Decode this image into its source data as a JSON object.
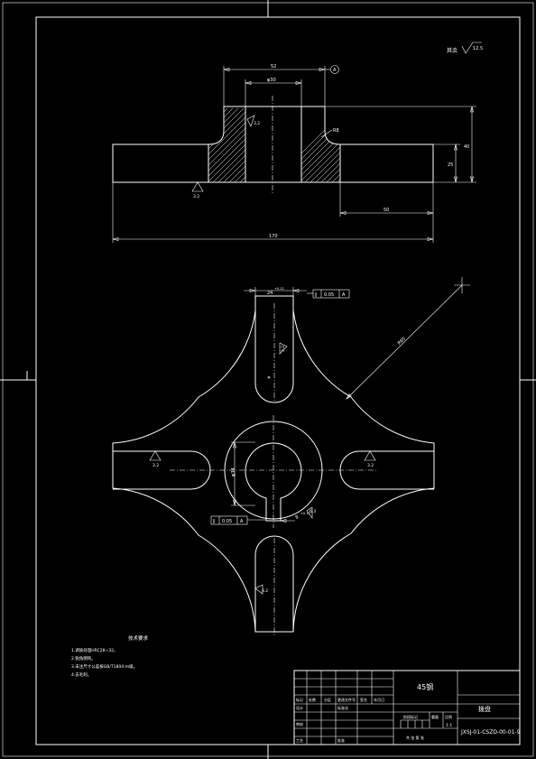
{
  "roughness_note": {
    "symbol_label": "其余",
    "value": "12.5"
  },
  "front_view": {
    "datum_label": "A",
    "dim_boss_width": "52",
    "dim_bore": "φ30",
    "dim_height_total": "40",
    "dim_flange_thickness": "25",
    "dim_flange_step": "50",
    "dim_overall_width": "170",
    "fillet_label": "R8",
    "rough_bore": "3.2",
    "rough_bottom": "3.2"
  },
  "top_view": {
    "dim_slot_width": "24",
    "dim_slot_tolerance": "+0.12",
    "tol_top_symbol": "∥",
    "tol_top_value": "0.05",
    "tol_top_datum": "A",
    "dim_arc_radius": "R85",
    "rough_top_slot": "3.2",
    "rough_left_slot": "3.2",
    "rough_right_slot": "3.2",
    "rough_bottom_slot": "3.2",
    "dim_bore_dia": "φ34",
    "tol_bottom_symbol": "∥",
    "tol_bottom_value": "0.05",
    "tol_bottom_datum": "A",
    "dim_keyway": "8",
    "dim_keyway_tol": "+0.12",
    "rough_keyway": "6.3"
  },
  "notes": {
    "title": "技术要求",
    "lines": [
      "1.调质处理HRC28~32。",
      "2.锐角倒钝。",
      "3.未注尺寸公差按GB/T1804-m级。",
      "4.去毛刺。"
    ]
  },
  "title_block": {
    "material": "45钢",
    "part_name": "拨盘",
    "drawing_no": "JXSJ-01-CSZD-00-01-9",
    "scale": "1:1",
    "hdr_mark": "标记",
    "hdr_count": "处数",
    "hdr_zone": "分区",
    "hdr_change_doc": "更改文件号",
    "hdr_signature": "签名",
    "hdr_date": "年月日",
    "row_design": "设计",
    "row_standard": "标准化",
    "row_check": "审核",
    "row_craft": "工艺",
    "row_approve": "批准",
    "stage_mark": "阶段标记",
    "weight": "重量",
    "ratio": "比例",
    "sheet_info": "共 张 第 张"
  }
}
